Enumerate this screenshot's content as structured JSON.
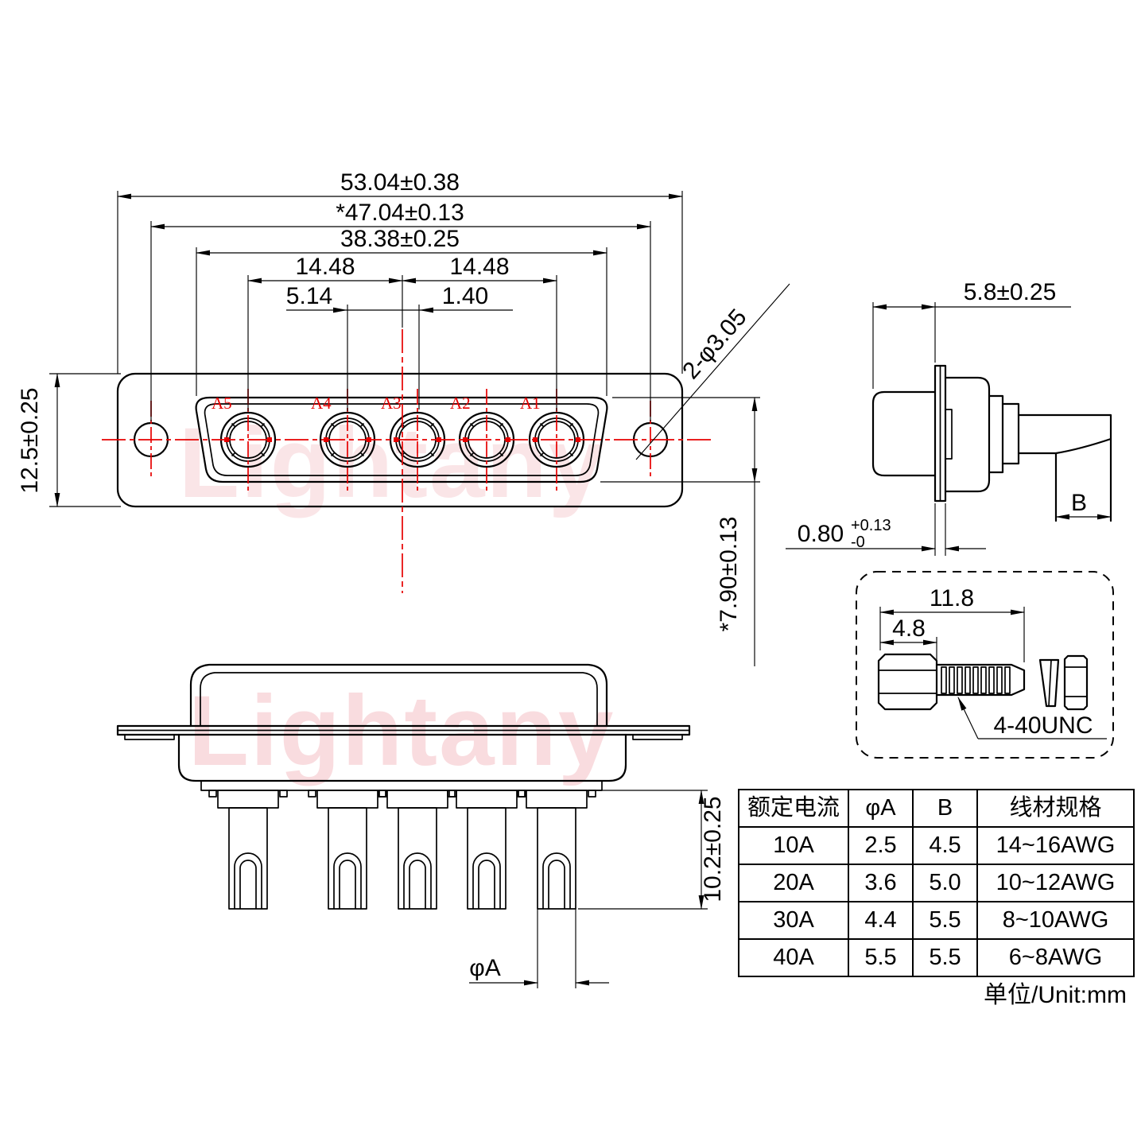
{
  "drawing": {
    "watermark_text": "Lightany",
    "unit_note": "单位/Unit:mm"
  },
  "front_view": {
    "contact_labels": [
      "A5",
      "A4",
      "A3",
      "A2",
      "A1"
    ],
    "dims": {
      "width_outer": "53.04±0.38",
      "width_holes": "*47.04±0.13",
      "width_shell": "38.38±0.25",
      "pitch_left": "14.48",
      "pitch_right": "14.48",
      "offset_a4": "5.14",
      "offset_a3": "1.40",
      "height_body": "12.5±0.25",
      "height_shell": "*7.90±0.13",
      "mount_holes": "2-φ3.05"
    }
  },
  "side_view": {
    "dims": {
      "depth_front": "5.8±0.25",
      "flange_thickness": "0.80",
      "flange_tol_plus": "+0.13",
      "flange_tol_minus": "-0",
      "wire_width": "B"
    }
  },
  "screw_detail": {
    "dims": {
      "length_total": "11.8",
      "length_head": "4.8"
    },
    "thread_spec": "4-40UNC"
  },
  "bottom_view": {
    "dims": {
      "pin_length": "10.2±0.25",
      "pin_diameter": "φA"
    }
  },
  "spec_table": {
    "headers": [
      "额定电流",
      "φA",
      "B",
      "线材规格"
    ],
    "rows": [
      [
        "10A",
        "2.5",
        "4.5",
        "14~16AWG"
      ],
      [
        "20A",
        "3.6",
        "5.0",
        "10~12AWG"
      ],
      [
        "30A",
        "4.4",
        "5.5",
        "8~10AWG"
      ],
      [
        "40A",
        "5.5",
        "5.5",
        "6~8AWG"
      ]
    ]
  },
  "colors": {
    "line": "#000000",
    "accent_red": "#e60000",
    "watermark_pink": "#f7ccd1"
  }
}
